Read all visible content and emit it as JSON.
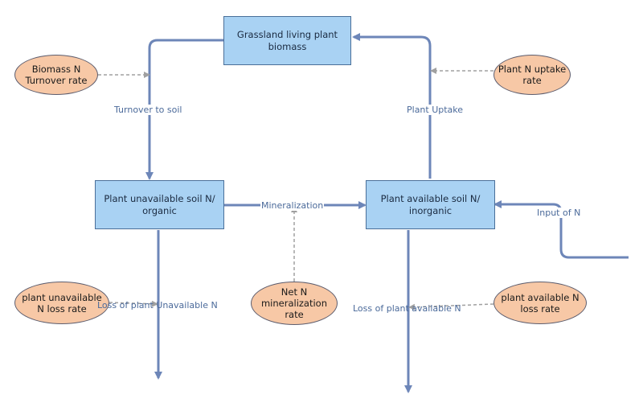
{
  "colors": {
    "flow_arrow": "#6d86b8",
    "influence_arrow": "#a0a0a0",
    "stock_fill": "#a9d2f3",
    "variable_fill": "#f7c8a6",
    "label_text": "#4b6a9a"
  },
  "stocks": {
    "biomass": "Grassland living plant biomass",
    "unavailable": "Plant unavailable soil N/ organic",
    "available": "Plant available soil N/ inorganic"
  },
  "variables": {
    "biomass_turnover_rate": "Biomass N Turnover rate",
    "uptake_rate": "Plant N uptake rate",
    "unavailable_loss_rate": "plant unavailable N loss rate",
    "net_mineralization_rate": "Net N mineralization rate",
    "available_loss_rate": "plant available N loss rate"
  },
  "flows": {
    "turnover": "Turnover to soil",
    "uptake": "Plant Uptake",
    "mineralization": "Mineralization",
    "input": "Input of N",
    "loss_unavailable": "Loss of plant Unavailable N",
    "loss_available": "Loss of plant available N"
  }
}
